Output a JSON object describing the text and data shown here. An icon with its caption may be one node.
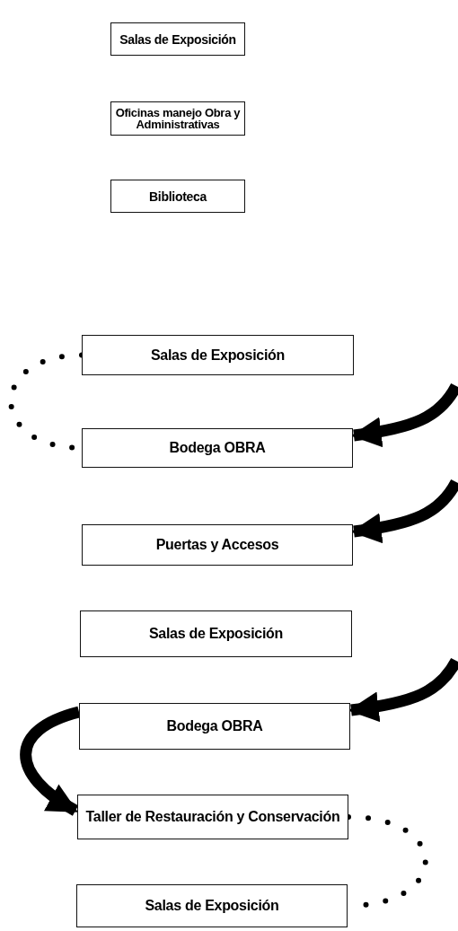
{
  "diagram": {
    "nodes": [
      {
        "text": [
          "Salas de Exposición"
        ]
      },
      {
        "text": [
          "Oficinas manejo Obra y Administrativas"
        ]
      },
      {
        "text": [
          "Biblioteca"
        ]
      },
      {
        "text": [
          "Salas de Exposición"
        ]
      },
      {
        "text": [
          "Bodega OBRA"
        ]
      },
      {
        "text": [
          "Puertas y Accesos"
        ]
      },
      {
        "text": [
          "Salas de Exposición"
        ]
      },
      {
        "text": [
          "Bodega OBRA"
        ]
      },
      {
        "text": [
          "Taller de Restauración y Conservación"
        ]
      },
      {
        "text": [
          "Salas de Exposición"
        ]
      }
    ],
    "edges": [
      {
        "from": 3,
        "to": 4,
        "arrow": "none",
        "style": "dashed"
      },
      {
        "from": 8,
        "to": 9,
        "arrow": "none",
        "style": "dashed"
      },
      {
        "from": 7,
        "to": 8,
        "arrow": "to"
      },
      {
        "from": null,
        "to": 4,
        "arrow": "to"
      },
      {
        "from": null,
        "to": 5,
        "arrow": "to"
      },
      {
        "from": null,
        "to": 7,
        "arrow": "to"
      }
    ]
  }
}
